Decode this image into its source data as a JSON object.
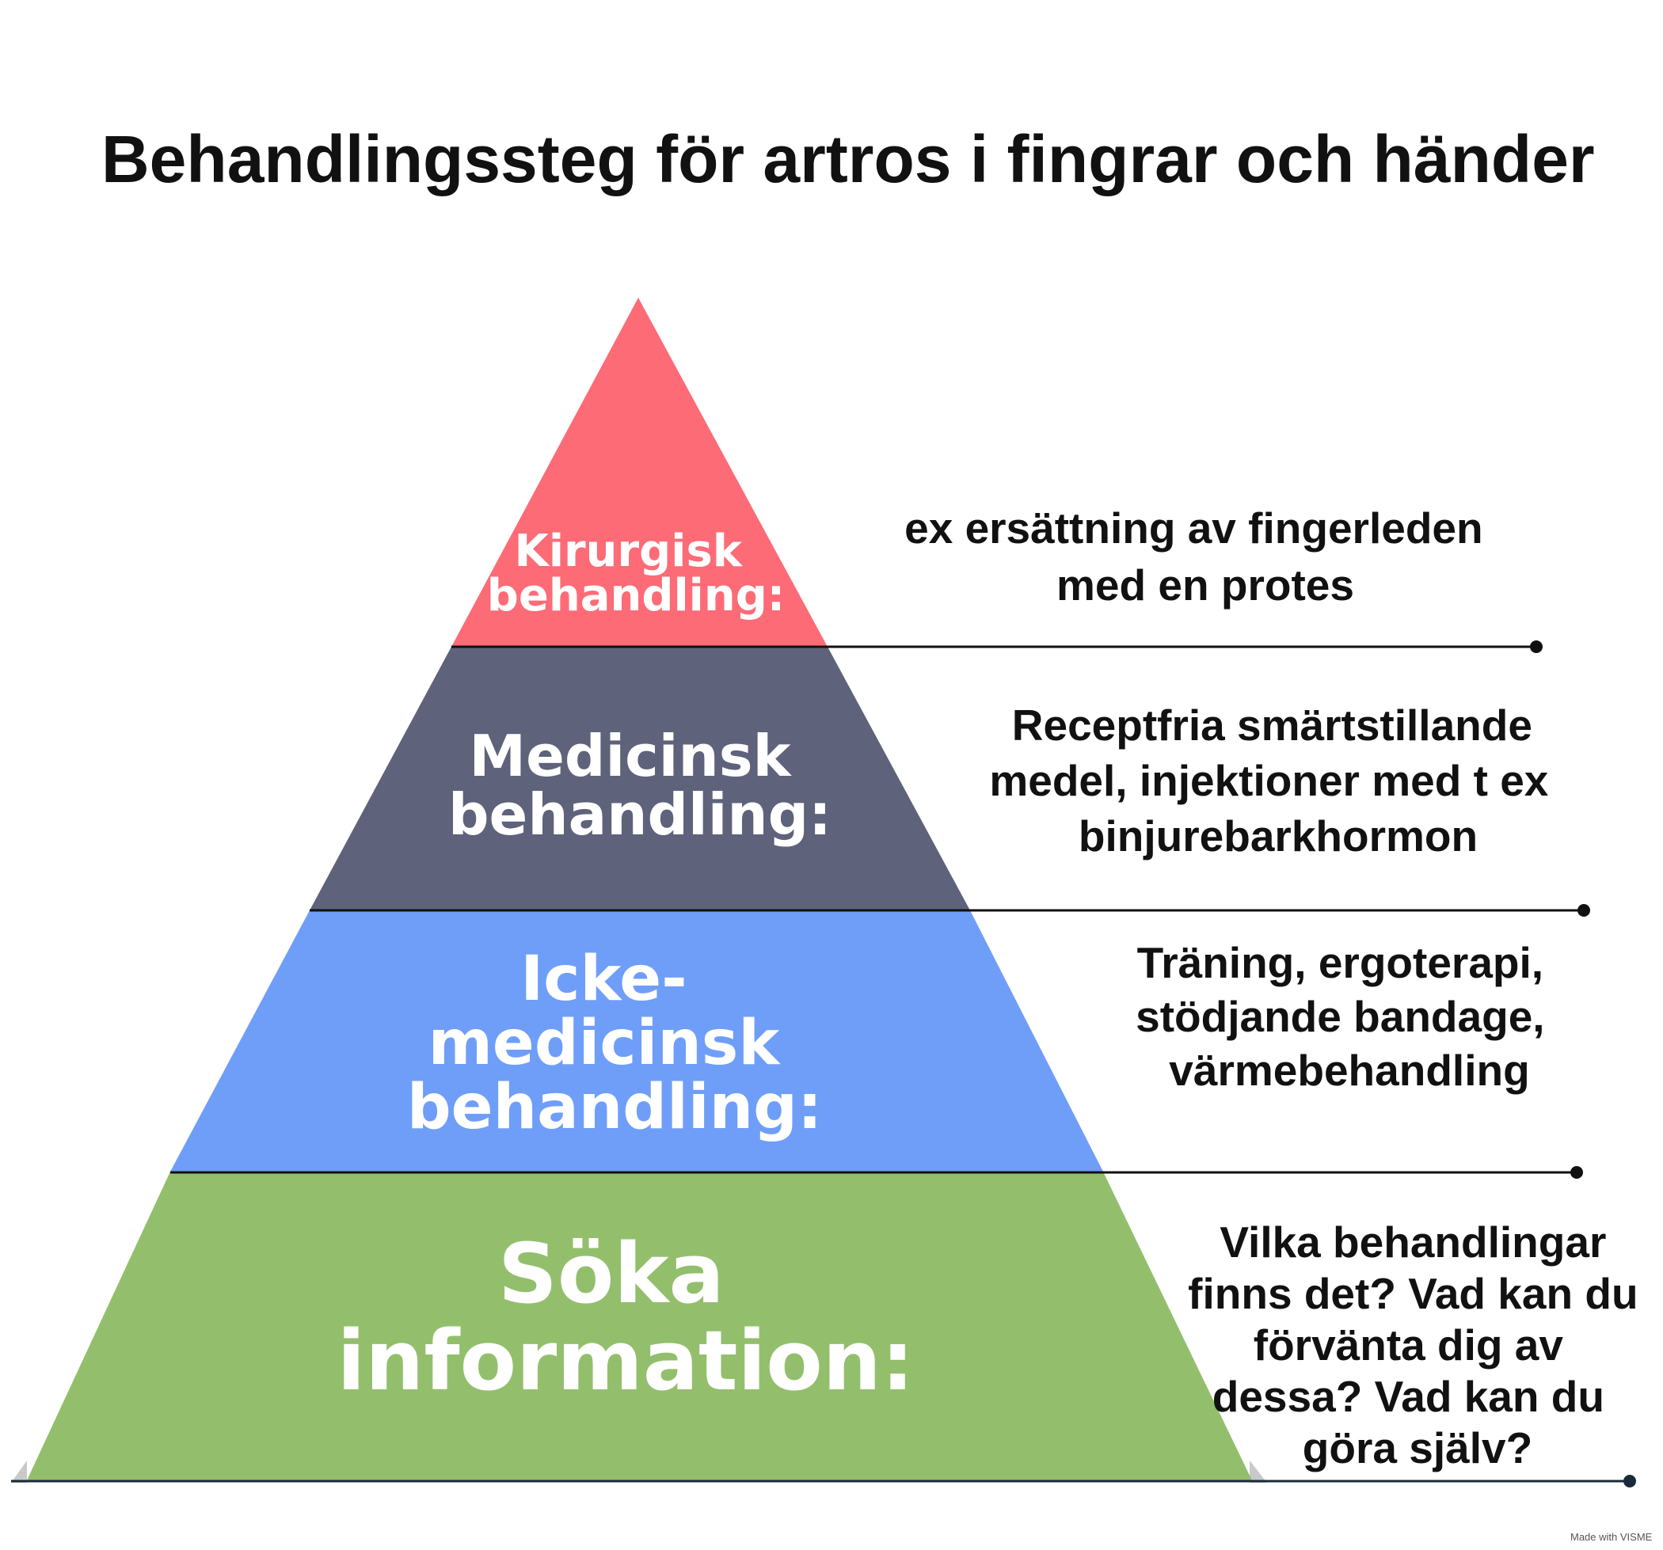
{
  "title": "Behandlingssteg för artros i fingrar och händer",
  "tiers": [
    {
      "label_lines": [
        "Kirurgisk",
        "behandling:"
      ],
      "description_lines": [
        "ex ersättning av fingerleden",
        "med en protes"
      ],
      "color": "#fd6b76"
    },
    {
      "label_lines": [
        "Medicinsk",
        "behandling:"
      ],
      "description_lines": [
        "Receptfria smärtstillande",
        "medel, injektioner med t ex",
        "binjurebarkhormon"
      ],
      "color": "#5e627a"
    },
    {
      "label_lines": [
        "Icke-",
        "medicinsk",
        "behandling:"
      ],
      "description_lines": [
        "Träning, ergoterapi,",
        "stödjande bandage,",
        "värmebehandling"
      ],
      "color": "#6f9ef8"
    },
    {
      "label_lines": [
        "Söka",
        "information:"
      ],
      "description_lines": [
        "Vilka behandlingar",
        "finns det? Vad kan du",
        "förvänta dig av",
        "dessa? Vad kan du",
        "göra själv?"
      ],
      "color": "#93bf6c"
    }
  ],
  "credit": "Made with VISME"
}
